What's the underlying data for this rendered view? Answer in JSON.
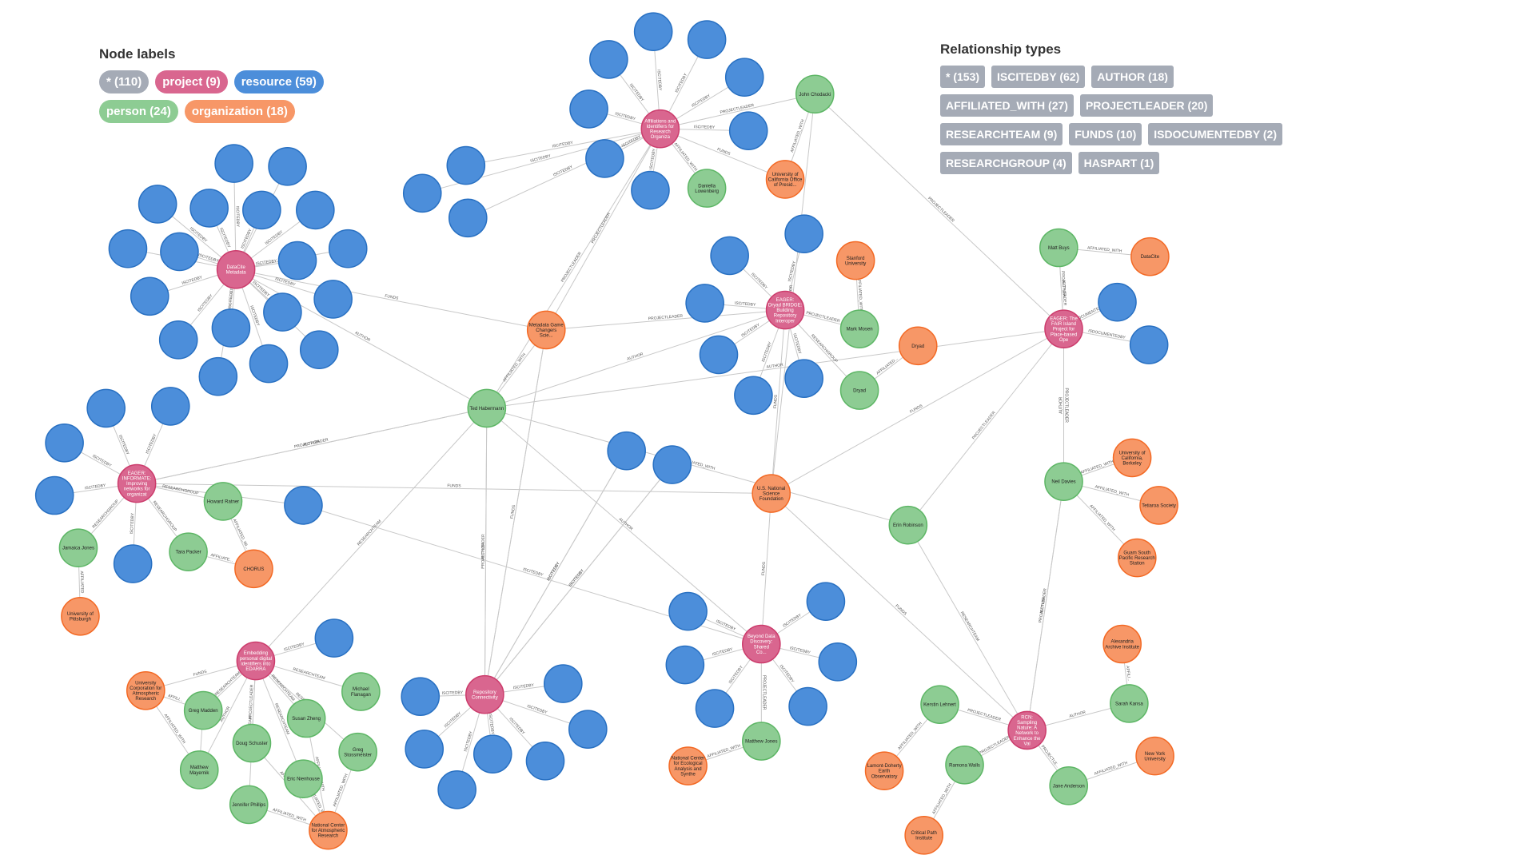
{
  "node_labels_panel": {
    "title": "Node labels",
    "labels": [
      {
        "text": "* (110)",
        "color": "#a5abb6"
      },
      {
        "text": "project (9)",
        "color": "#d9668f"
      },
      {
        "text": "resource (59)",
        "color": "#4c8eda"
      },
      {
        "text": "person (24)",
        "color": "#8dcc93"
      },
      {
        "text": "organization (18)",
        "color": "#f79767"
      }
    ]
  },
  "relationship_types_panel": {
    "title": "Relationship types",
    "types": [
      "* (153)",
      "ISCITEDBY (62)",
      "AUTHOR (18)",
      "AFFILIATED_WITH (27)",
      "PROJECTLEADER (20)",
      "RESEARCHTEAM (9)",
      "FUNDS (10)",
      "ISDOCUMENTEDBY (2)",
      "RESEARCHGROUP (4)",
      "HASPART (1)"
    ]
  },
  "colors": {
    "project": "#d9668f",
    "project_stroke": "#cc3c6c",
    "resource": "#4c8eda",
    "resource_stroke": "#2870c2",
    "person": "#8dcc93",
    "person_stroke": "#5db665",
    "organization": "#f79767",
    "organization_stroke": "#f36924",
    "edge": "#c8c8c8"
  },
  "graph": {
    "node_captions": {
      "p_affil": [
        "Affiliations and",
        "Identifiers for",
        "Research",
        "Organiza"
      ],
      "p_datacite": [
        "DataCite",
        "Metadata"
      ],
      "p_dryad": [
        "EAGER:",
        "Dryad BRIDGE:",
        "Building",
        "Repository",
        "Interoper"
      ],
      "p_fair": [
        "EAGER: The",
        "FAIR Island",
        "Project for",
        "Place-based",
        "Ope"
      ],
      "p_informate": [
        "EAGER:",
        "INFORMATE:",
        "Improving",
        "networks for",
        "organizat"
      ],
      "p_embed": [
        "Embedding",
        "personal digital",
        "identifiers into",
        "EDARRA"
      ],
      "p_repo": [
        "Repository",
        "Connectivity"
      ],
      "p_beyond": [
        "Beyond Data",
        "Discovery:",
        "Shared",
        "Co..."
      ],
      "p_rcn": [
        "RCN:",
        "Sampling",
        "Nature: A",
        "Network to",
        "Enhance the",
        "Val"
      ],
      "pe_chodacki": [
        "John Chodacki"
      ],
      "pe_lowenberg": [
        "Daniella",
        "Lowenberg"
      ],
      "pe_habermann": [
        "Ted Habermann"
      ],
      "pe_mosen": [
        "Mark Mosen"
      ],
      "pe_dryad": [
        "Dryad"
      ],
      "pe_buys": [
        "Matt Buys"
      ],
      "pe_davies": [
        "Neil Davies"
      ],
      "pe_robinson": [
        "Erin Robinson"
      ],
      "pe_ratner": [
        "Howard Ratner"
      ],
      "pe_jones": [
        "Jamaica Jones"
      ],
      "pe_packer": [
        "Tara Packer"
      ],
      "pe_madden": [
        "Greg Madden"
      ],
      "pe_mayernik": [
        "Matthew",
        "Mayernik"
      ],
      "pe_schuster": [
        "Doug Schuster"
      ],
      "pe_phillips": [
        "Jennifer Phillips"
      ],
      "pe_zhang": [
        "Susan Zheng"
      ],
      "pe_nienhouse": [
        "Eric Nienhouse"
      ],
      "pe_flanagan": [
        "Michael",
        "Flanagan"
      ],
      "pe_stossmeister": [
        "Greg",
        "Stossmeister"
      ],
      "pe_mjones": [
        "Matthew Jones"
      ],
      "pe_lehnert": [
        "Kerstin Lehnert"
      ],
      "pe_walls": [
        "Ramona Walls"
      ],
      "pe_kansa": [
        "Sarah Kansa"
      ],
      "pe_anderson": [
        "Jane Anderson"
      ],
      "o_ucop": [
        "University of",
        "California Office",
        "of Presid..."
      ],
      "o_stanford": [
        "Stanford",
        "University"
      ],
      "o_dryad": [
        "Dryad"
      ],
      "o_datacite": [
        "DataCite"
      ],
      "o_ucb": [
        "University of",
        "California,",
        "Berkeley"
      ],
      "o_tetiaroa": [
        "Tetiaroa Society"
      ],
      "o_guam": [
        "Guam South",
        "Pacific Research",
        "Station"
      ],
      "o_metagame": [
        "Metadata Game",
        "Changers",
        "Scie..."
      ],
      "o_nsf": [
        "U.S. National",
        "Science",
        "Foundation"
      ],
      "o_chorus": [
        "CHORUS"
      ],
      "o_pitt": [
        "University of",
        "Pittsburgh"
      ],
      "o_ucar": [
        "University",
        "Corporation for",
        "Atmospheric",
        "Research"
      ],
      "o_ncar": [
        "National Center",
        "for Atmospheric",
        "Research"
      ],
      "o_nceas": [
        "National Center",
        "for Ecological",
        "Analysis and",
        "Synthe"
      ],
      "o_ldeo": [
        "Lamont-Doherty",
        "Earth",
        "Observatory"
      ],
      "o_critical": [
        "Critical Path",
        "Institute"
      ],
      "o_alexandria": [
        "Alexandria",
        "Archive Institute"
      ],
      "o_nyu": [
        "New York",
        "University"
      ]
    },
    "edge_labels": {
      "e_datacite_r": "ISCITEDBY",
      "e_affil_r": "ISCITEDBY",
      "e_affil_chodacki": "PROJECTLEADER",
      "e_affil_lowenberg": "AFFILIATED_WITH",
      "e_affil_ucop": "FUNDS",
      "e_chodacki_ucop": "AFFILIATED_WITH",
      "e_chodacki_fair": "PROJECTLEADER",
      "e_chodacki_nsf": "AUTHOR",
      "e_dryad_r": "ISCITEDBY",
      "e_dryad_mosen": "PROJECTLEADER",
      "e_dryad_dryadp": "RESEARCHGROUP",
      "e_dryadp_dryado": "AFFILIATED...",
      "e_mosen_stanford": "AFFILIATED_WITH",
      "e_fair_buys": "PROJECTLEADER",
      "e_fair_buys2": "AUTHOR",
      "e_buys_datacite": "AFFILIATED_WITH",
      "e_fair_r": "ISDOCU...",
      "e_fair_r2": "ISDOCUMENTEDBY",
      "e_fair_davies": "PROJECTLEADER",
      "e_fair_davies2": "AUTHOR",
      "e_davies_ucb": "AFFILIATED_WITH",
      "e_davies_tet": "AFFILIATED_WITH",
      "e_davies_guam": "AFFILIATED_WITH",
      "e_fair_robinson": "PROJECTLEADER",
      "e_fair_habermann": "AUTHOR",
      "e_habermann_datacite": "AUTHOR",
      "e_habermann_affil": "PROJECTLEADER",
      "e_habermann_dryad": "AUTHOR",
      "e_habermann_inform": "AUTHOR",
      "e_habermann_inform2": "PROJECTLEADER",
      "e_habermann_meta": "AFFILIATED_WITH",
      "e_habermann_repo": "PROJECTLEADER",
      "e_habermann_repo2": "AUTHOR",
      "e_habermann_beyond": "AUTHOR",
      "e_habermann_embed": "RESEARCHTEAM",
      "e_meta_datacite": "FUNDS",
      "e_meta_affil": "PROJECTLEADER",
      "e_meta_dryad": "PROJECTLEADER",
      "e_meta_repo": "FUNDS",
      "e_nsf_inform": "FUNDS",
      "e_nsf_dryad": "FUNDS",
      "e_nsf_beyond": "FUNDS",
      "e_nsf_rcn": "FUNDS",
      "e_nsf_fair": "FUNDS",
      "e_inform_r": "ISCITEDBY",
      "e_inform_ratner": "RESEARCHGROUP",
      "e_inform_jones": "RESEARCHGROUP",
      "e_inform_jones2": "AUTHOR",
      "e_inform_packer": "RESEARCHGROUP",
      "e_ratner_chorus": "AFFILIATED_WI...",
      "e_packer_chorus": "AFFILIATE...",
      "e_jones_pitt": "AFFILIATED",
      "e_embed_r": "ISCITEDBY",
      "e_embed_ucar": "FUNDS",
      "e_embed_team": "RESEARCHTEAM",
      "e_embed_team2": "AUTHOR",
      "e_embed_lead": "PROJECTLEADER",
      "e_embed_flanagan": "RESEARCHTEAM",
      "e_madden_ucar": "AFFILI...",
      "e_mayernik_ucar": "AFFILIATED_WITH",
      "e_team_ncar": "AFFILIATED_WITH",
      "e_repo_r": "ISCITEDBY",
      "e_beyond_r": "ISCITEDBY",
      "e_beyond_mjones": "PROJECTLEADER",
      "e_beyond_mjones2": "AUTHOR",
      "e_mjones_nceas": "AFFILIATED_WITH",
      "e_rcn_lehnert": "PROJECTLEADER",
      "e_rcn_lehnert2": "AUTHOR",
      "e_rcn_walls": "PROJECTLEADER",
      "e_rcn_walls2": "AUTHOR",
      "e_rcn_kansa": "AUTHOR",
      "e_rcn_kansa2": "PROJECTLEADER",
      "e_rcn_anderson": "PROJECTLE...",
      "e_rcn_anderson2": "AUTHOR",
      "e_rcn_davies": "AUTHOR",
      "e_rcn_davies2": "PROJECTLEADER",
      "e_rcn_robinson": "RESEARCHTEAM",
      "e_lehnert_ldeo": "AFFILIATED_WITH",
      "e_walls_critical": "AFFILIATED_WITH",
      "e_kansa_alex": "AFFILI...",
      "e_anderson_nyu": "AFFILIATED_WITH"
    }
  }
}
